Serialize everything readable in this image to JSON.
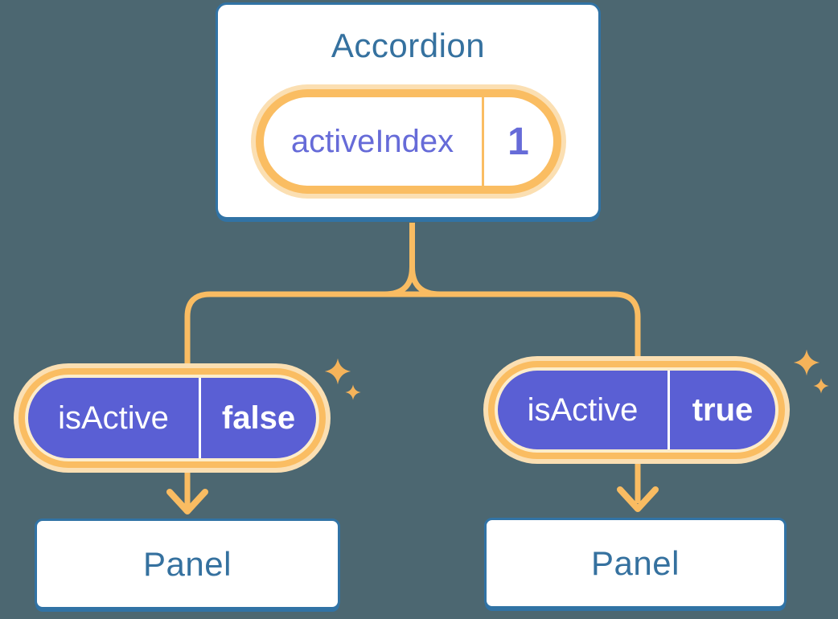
{
  "diagram": {
    "kind": "react-state-tree",
    "root": {
      "title": "Accordion",
      "state": {
        "label": "activeIndex",
        "value": "1"
      }
    },
    "children": [
      {
        "prop": {
          "label": "isActive",
          "value": "false"
        },
        "panel_title": "Panel"
      },
      {
        "prop": {
          "label": "isActive",
          "value": "true"
        },
        "panel_title": "Panel"
      }
    ],
    "colors": {
      "background": "#4C6771",
      "card_fill": "#FFFFFF",
      "card_border": "#3173A5",
      "card_text": "#35719F",
      "connector_orange": "#F9BC62",
      "pill_border_orange": "#FABD62",
      "pill_glow_peach": "#FBDFB2",
      "pill_gap_cream": "#FDEDCB",
      "prop_pill_purple": "#5A5FD4",
      "state_text_indigo": "#666BD8",
      "prop_text": "#FFFFFF",
      "sparkle": "#F5B35A"
    }
  }
}
